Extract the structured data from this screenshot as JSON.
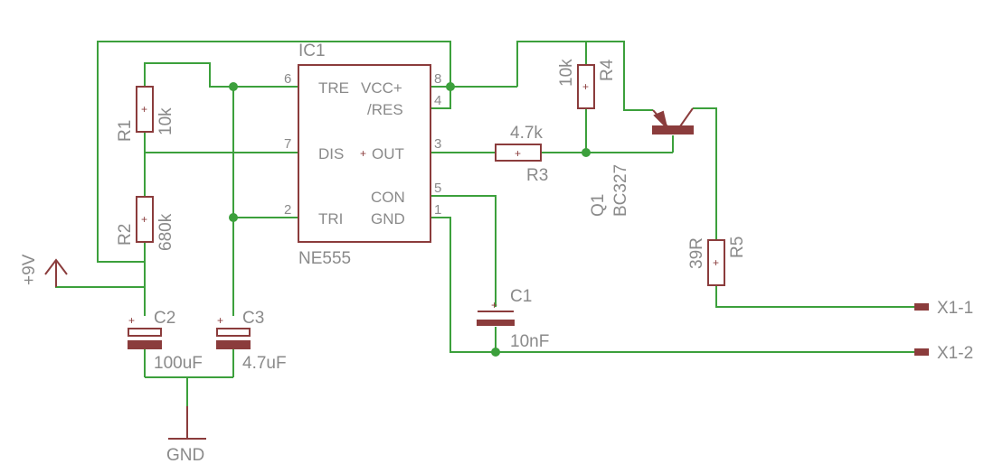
{
  "ic": {
    "name": "IC1",
    "value": "NE555",
    "pins": {
      "p6": {
        "num": "6",
        "label": "TRE"
      },
      "p8": {
        "num": "8",
        "label": "VCC+"
      },
      "p4": {
        "num": "4",
        "label": "/RES"
      },
      "p7": {
        "num": "7",
        "label": "DIS"
      },
      "p3": {
        "num": "3",
        "label": "OUT"
      },
      "p5": {
        "num": "5",
        "label": "CON"
      },
      "p2": {
        "num": "2",
        "label": "TRI"
      },
      "p1": {
        "num": "1",
        "label": "GND"
      }
    }
  },
  "r1": {
    "name": "R1",
    "value": "10k"
  },
  "r2": {
    "name": "R2",
    "value": "680k"
  },
  "r3": {
    "name": "R3",
    "value": "4.7k"
  },
  "r4": {
    "name": "R4",
    "value": "10k"
  },
  "r5": {
    "name": "R5",
    "value": "39R"
  },
  "c1": {
    "name": "C1",
    "value": "10nF"
  },
  "c2": {
    "name": "C2",
    "value": "100uF"
  },
  "c3": {
    "name": "C3",
    "value": "4.7uF"
  },
  "q1": {
    "name": "Q1",
    "value": "BC327"
  },
  "supply": {
    "label": "+9V"
  },
  "ground": {
    "label": "GND"
  },
  "connectors": {
    "x1_1": "X1-1",
    "x1_2": "X1-2"
  },
  "colors": {
    "wire": "#3ca03c",
    "part": "#8b3c3c",
    "label": "#8a8a8a"
  }
}
